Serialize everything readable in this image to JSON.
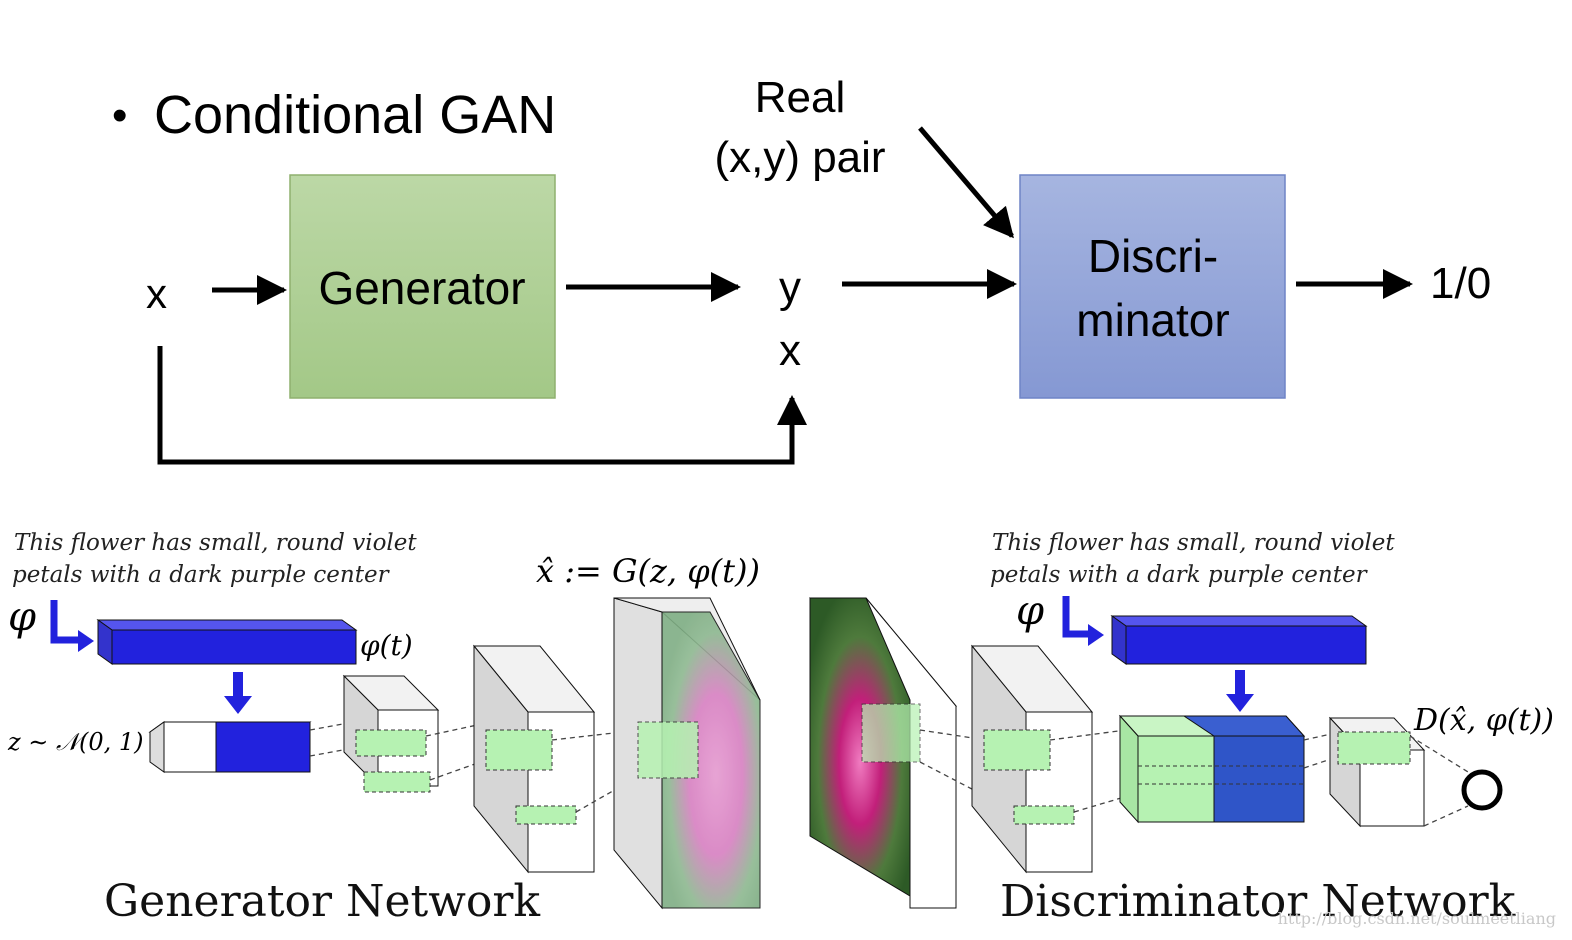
{
  "top": {
    "bullet": "•",
    "title": "Conditional GAN",
    "input_x": "x",
    "generator_label": "Generator",
    "real_line1": "Real",
    "real_line2": "(x,y) pair",
    "y_label": "y",
    "x_label": "x",
    "disc_line1": "Discri-",
    "disc_line2": "minator",
    "output": "1/0",
    "colors": {
      "generator_fill": "#a9cd8e",
      "generator_stroke": "#8fb06f",
      "discriminator_fill": "#8fa3d8",
      "discriminator_stroke": "#6f84c6",
      "arrow": "#000000"
    }
  },
  "bottom": {
    "caption_left_1": "This flower has small, round violet",
    "caption_left_2": "petals with a dark purple center",
    "caption_right_1": "This flower has small, round violet",
    "caption_right_2": "petals with a dark purple center",
    "phi": "φ",
    "phi_t": "φ(t)",
    "z_label": "z ∼ 𝒩(0, 1)",
    "gen_formula": "x̂ := G(z, φ(t))",
    "disc_formula": "D(x̂, φ(t))",
    "gen_network": "Generator Network",
    "disc_network": "Discriminator Network",
    "watermark": "http://blog.csdn.net/soulmeetliang",
    "colors": {
      "embed_blue": "#2222dd",
      "light_green": "#b6f2b2",
      "gray_block": "#d9d9d9"
    }
  }
}
